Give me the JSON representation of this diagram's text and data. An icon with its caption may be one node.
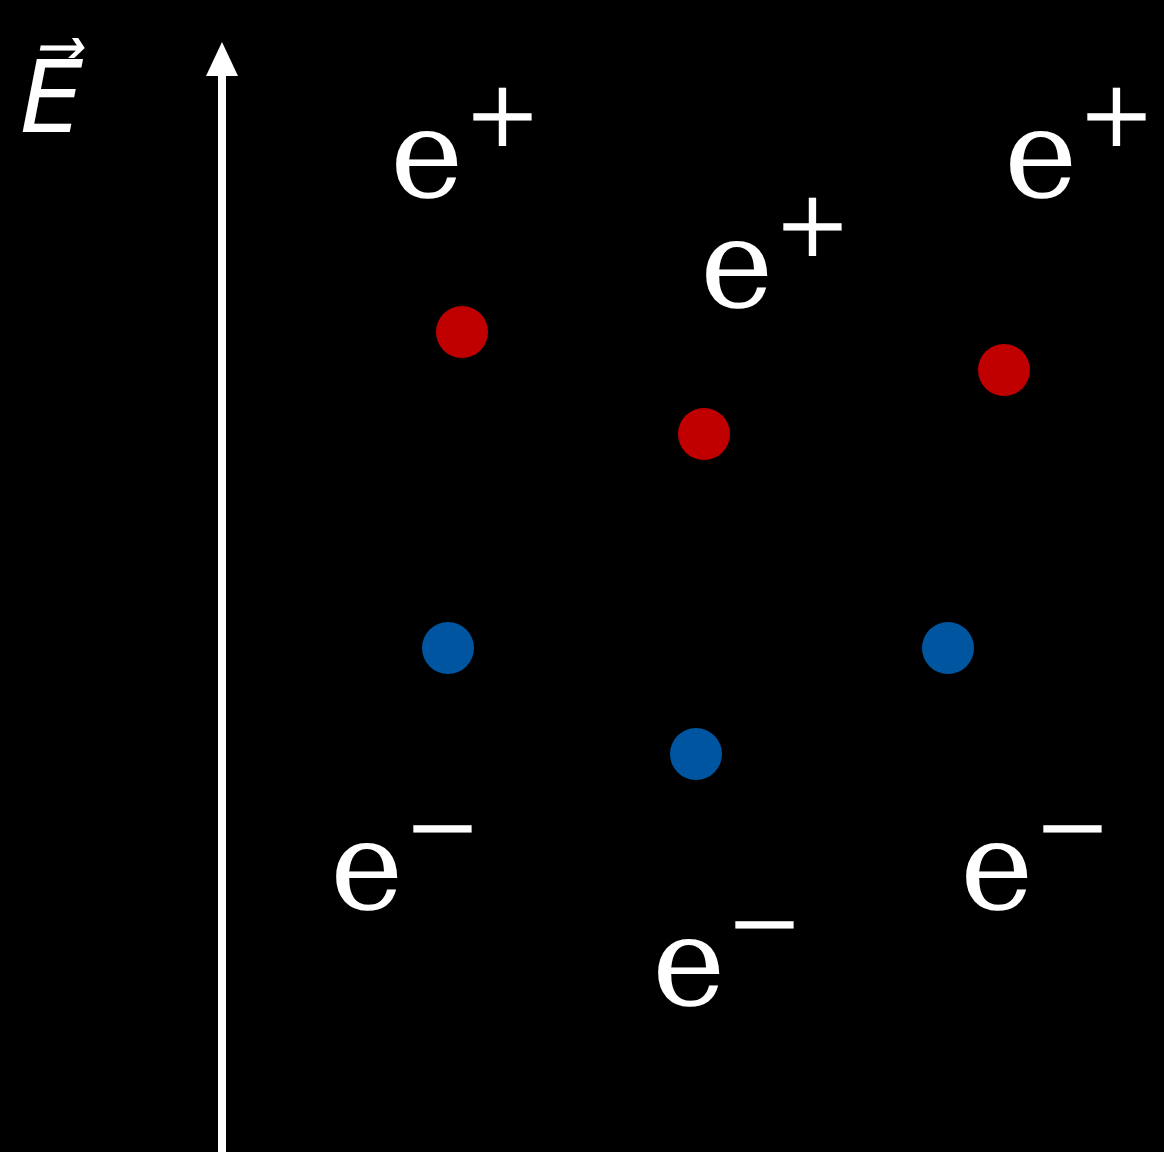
{
  "diagram": {
    "labels": [
      "E⃗",
      "e$^{+}$",
      "e$^{+}$",
      "e$^{+}$",
      "e$^{−}$",
      "e$^{−}$",
      "e$^{−}$"
    ]
  }
}
